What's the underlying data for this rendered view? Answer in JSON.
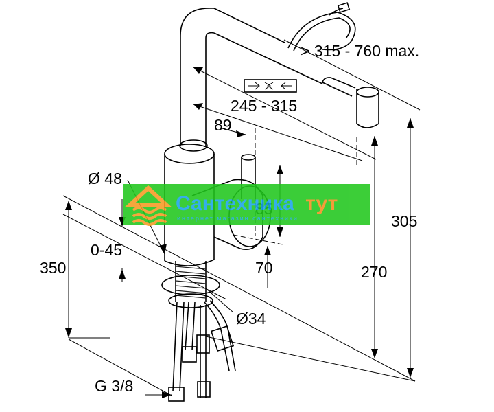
{
  "dimensions": {
    "hose_range": "> 315 - 760 max.",
    "spout_reach": "245 - 315",
    "spout_offset": "89",
    "body_diameter": "Ø 48",
    "lever_height": "85",
    "counter_thickness": "0-45",
    "base_height": "70",
    "total_height_left": "350",
    "shank_diameter": "Ø34",
    "outlet_height": "270",
    "total_height_right": "305",
    "connection_thread": "G 3/8"
  },
  "watermark": {
    "brand_text": "Сантехника тут",
    "brand_word_1": "Сантехника",
    "brand_word_2": "тут",
    "tagline": "интернет магазин сантехники",
    "colors": {
      "background": "#21c71d",
      "primary_text": "#1aa3e8",
      "secondary_text": "#f28f1e",
      "logo": "#f59a23"
    }
  }
}
